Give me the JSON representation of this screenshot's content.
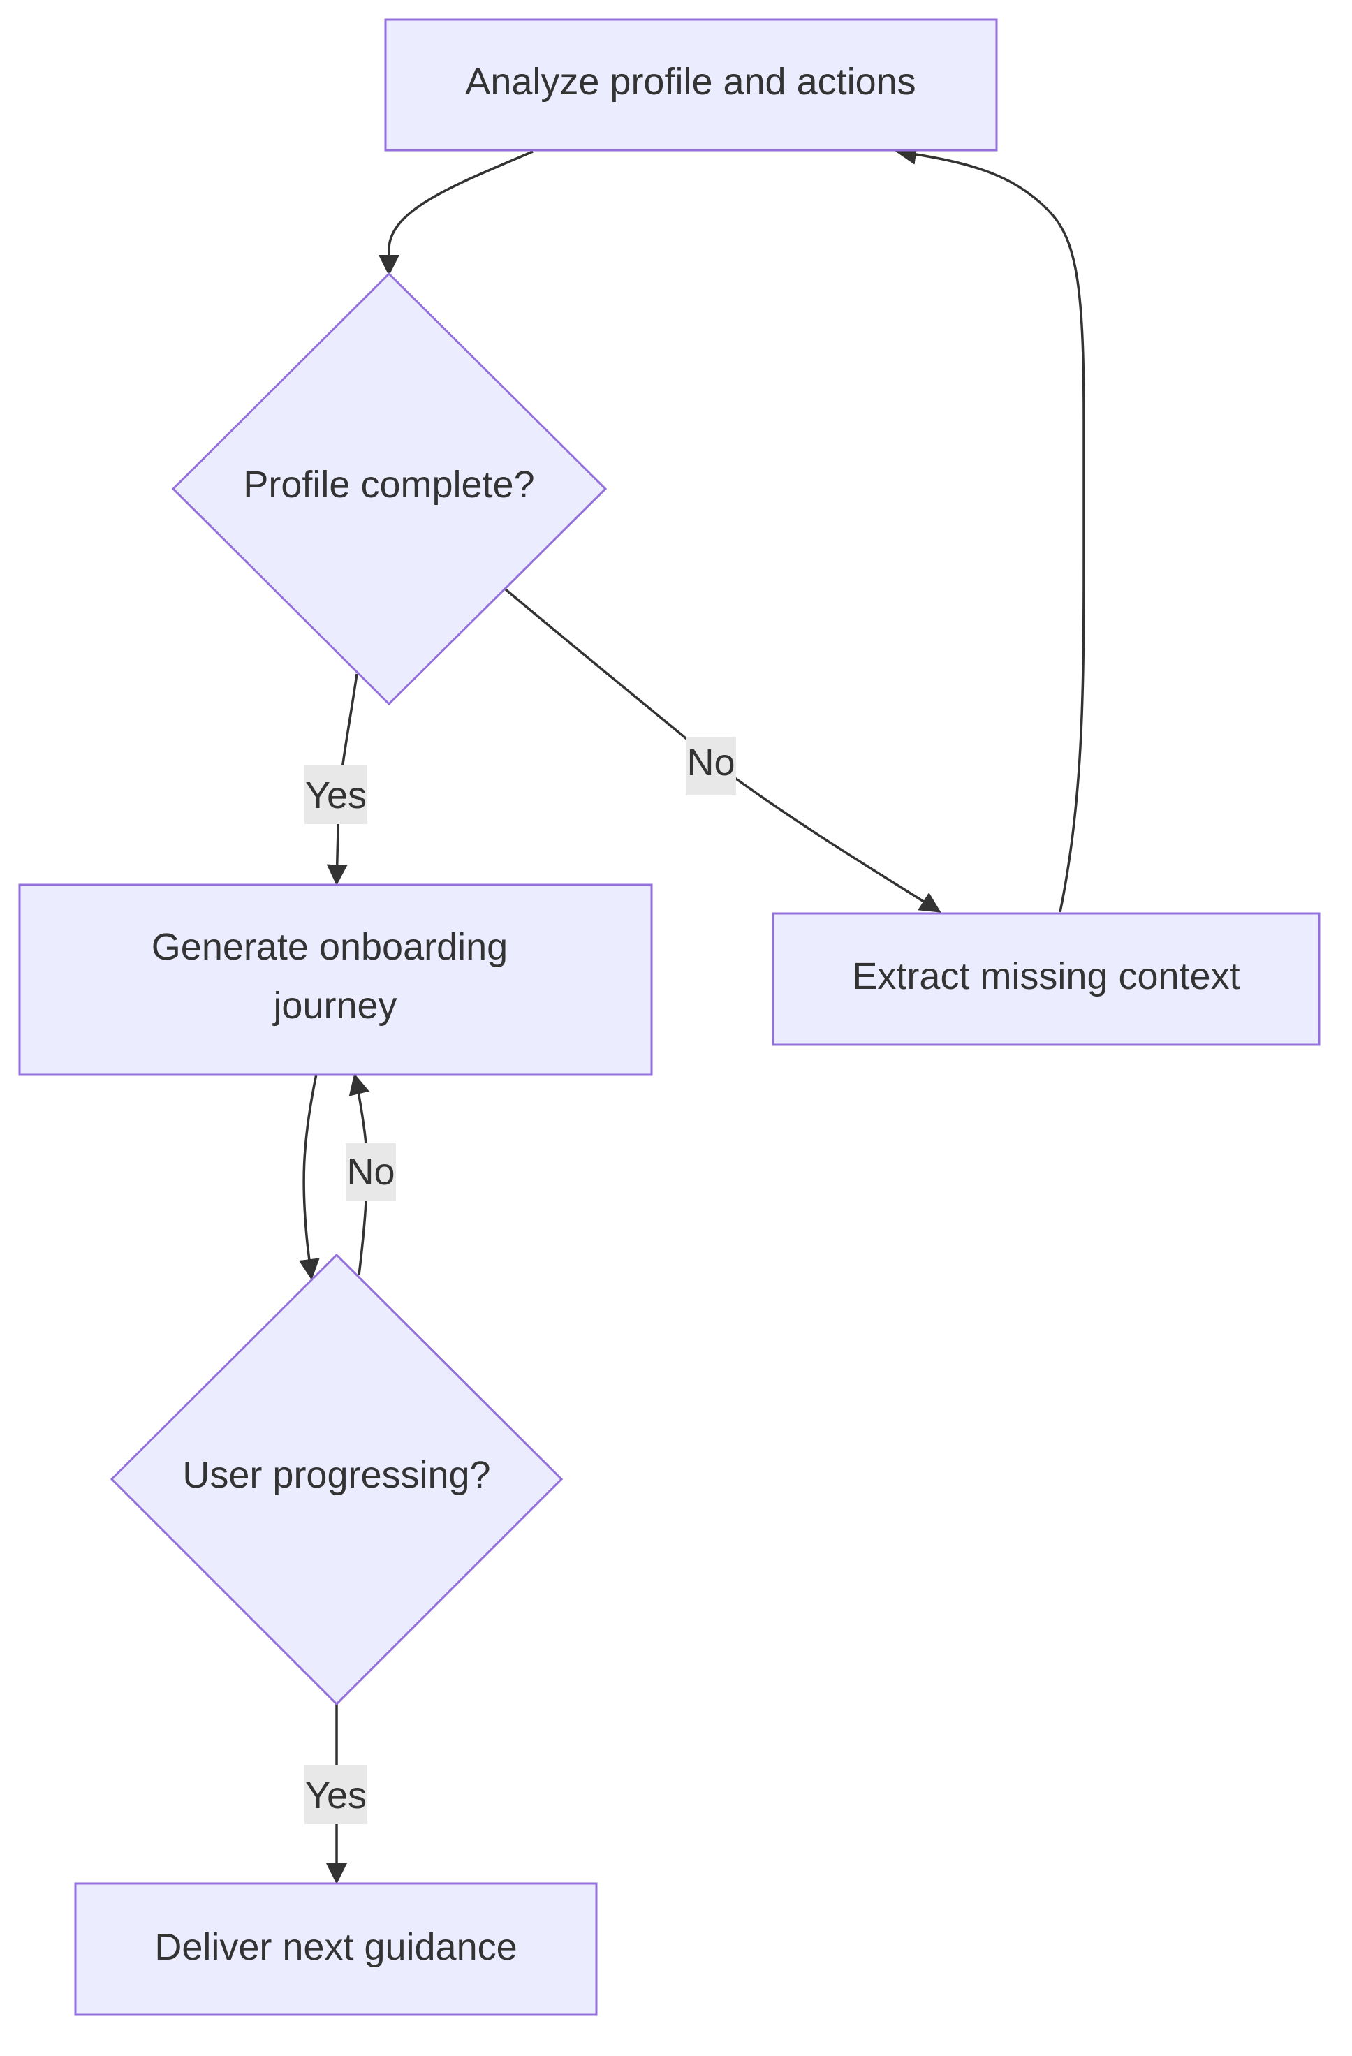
{
  "colors": {
    "node_fill": "#ececff",
    "node_stroke": "#9370db",
    "edge": "#333333",
    "label_bg": "#e8e8e8",
    "text": "#333333"
  },
  "nodes": {
    "analyze": {
      "label": "Analyze profile and actions"
    },
    "profile_complete": {
      "label": "Profile complete?"
    },
    "generate": {
      "label_line1": "Generate onboarding",
      "label_line2": "journey"
    },
    "extract": {
      "label": "Extract missing context"
    },
    "user_progressing": {
      "label": "User progressing?"
    },
    "deliver": {
      "label": "Deliver next guidance"
    }
  },
  "edges": [
    {
      "from": "analyze",
      "to": "profile_complete",
      "label": ""
    },
    {
      "from": "profile_complete",
      "to": "generate",
      "label": "Yes"
    },
    {
      "from": "profile_complete",
      "to": "extract",
      "label": "No"
    },
    {
      "from": "extract",
      "to": "analyze",
      "label": ""
    },
    {
      "from": "generate",
      "to": "user_progressing",
      "label": ""
    },
    {
      "from": "user_progressing",
      "to": "generate",
      "label": "No"
    },
    {
      "from": "user_progressing",
      "to": "deliver",
      "label": "Yes"
    }
  ]
}
